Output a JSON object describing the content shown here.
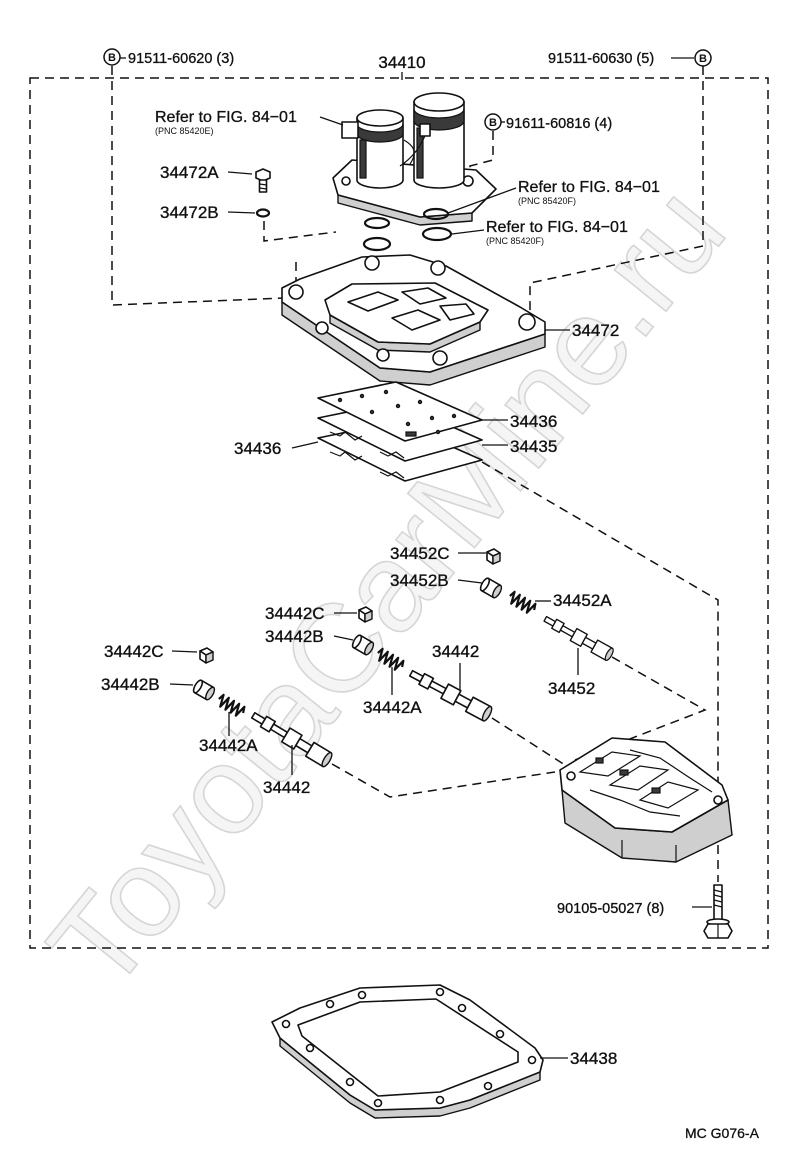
{
  "watermark": "ToyotaCarMine.ru",
  "bolt_symbol": "B",
  "footer_code": "MC G076-A",
  "labels": {
    "assembly": "34410",
    "bolt_91511_60620": "91511-60620 (3)",
    "bolt_91511_60630": "91511-60630 (5)",
    "bolt_91611_60816": "91611-60816 (4)",
    "refer_solenoid": "Refer to FIG. 84−01",
    "pnc_solenoid": "(PNC 85420E)",
    "refer_oring_upper": "Refer to FIG. 84−01",
    "pnc_oring_upper": "(PNC 85420F)",
    "refer_oring_lower": "Refer to FIG. 84−01",
    "pnc_oring_lower": "(PNC 85420F)",
    "p34472a": "34472A",
    "p34472b": "34472B",
    "p34472": "34472",
    "p34436_upper": "34436",
    "p34435": "34435",
    "p34436_lower": "34436",
    "p34452c": "34452C",
    "p34452b": "34452B",
    "p34452a": "34452A",
    "p34452": "34452",
    "p34442c_upper": "34442C",
    "p34442b_upper": "34442B",
    "p34442_upper": "34442",
    "p34442a_upper": "34442A",
    "p34442c_left": "34442C",
    "p34442b_left": "34442B",
    "p34442a_left": "34442A",
    "p34442_left": "34442",
    "bolt_90105_05027": "90105-05027 (8)",
    "p34438": "34438"
  }
}
